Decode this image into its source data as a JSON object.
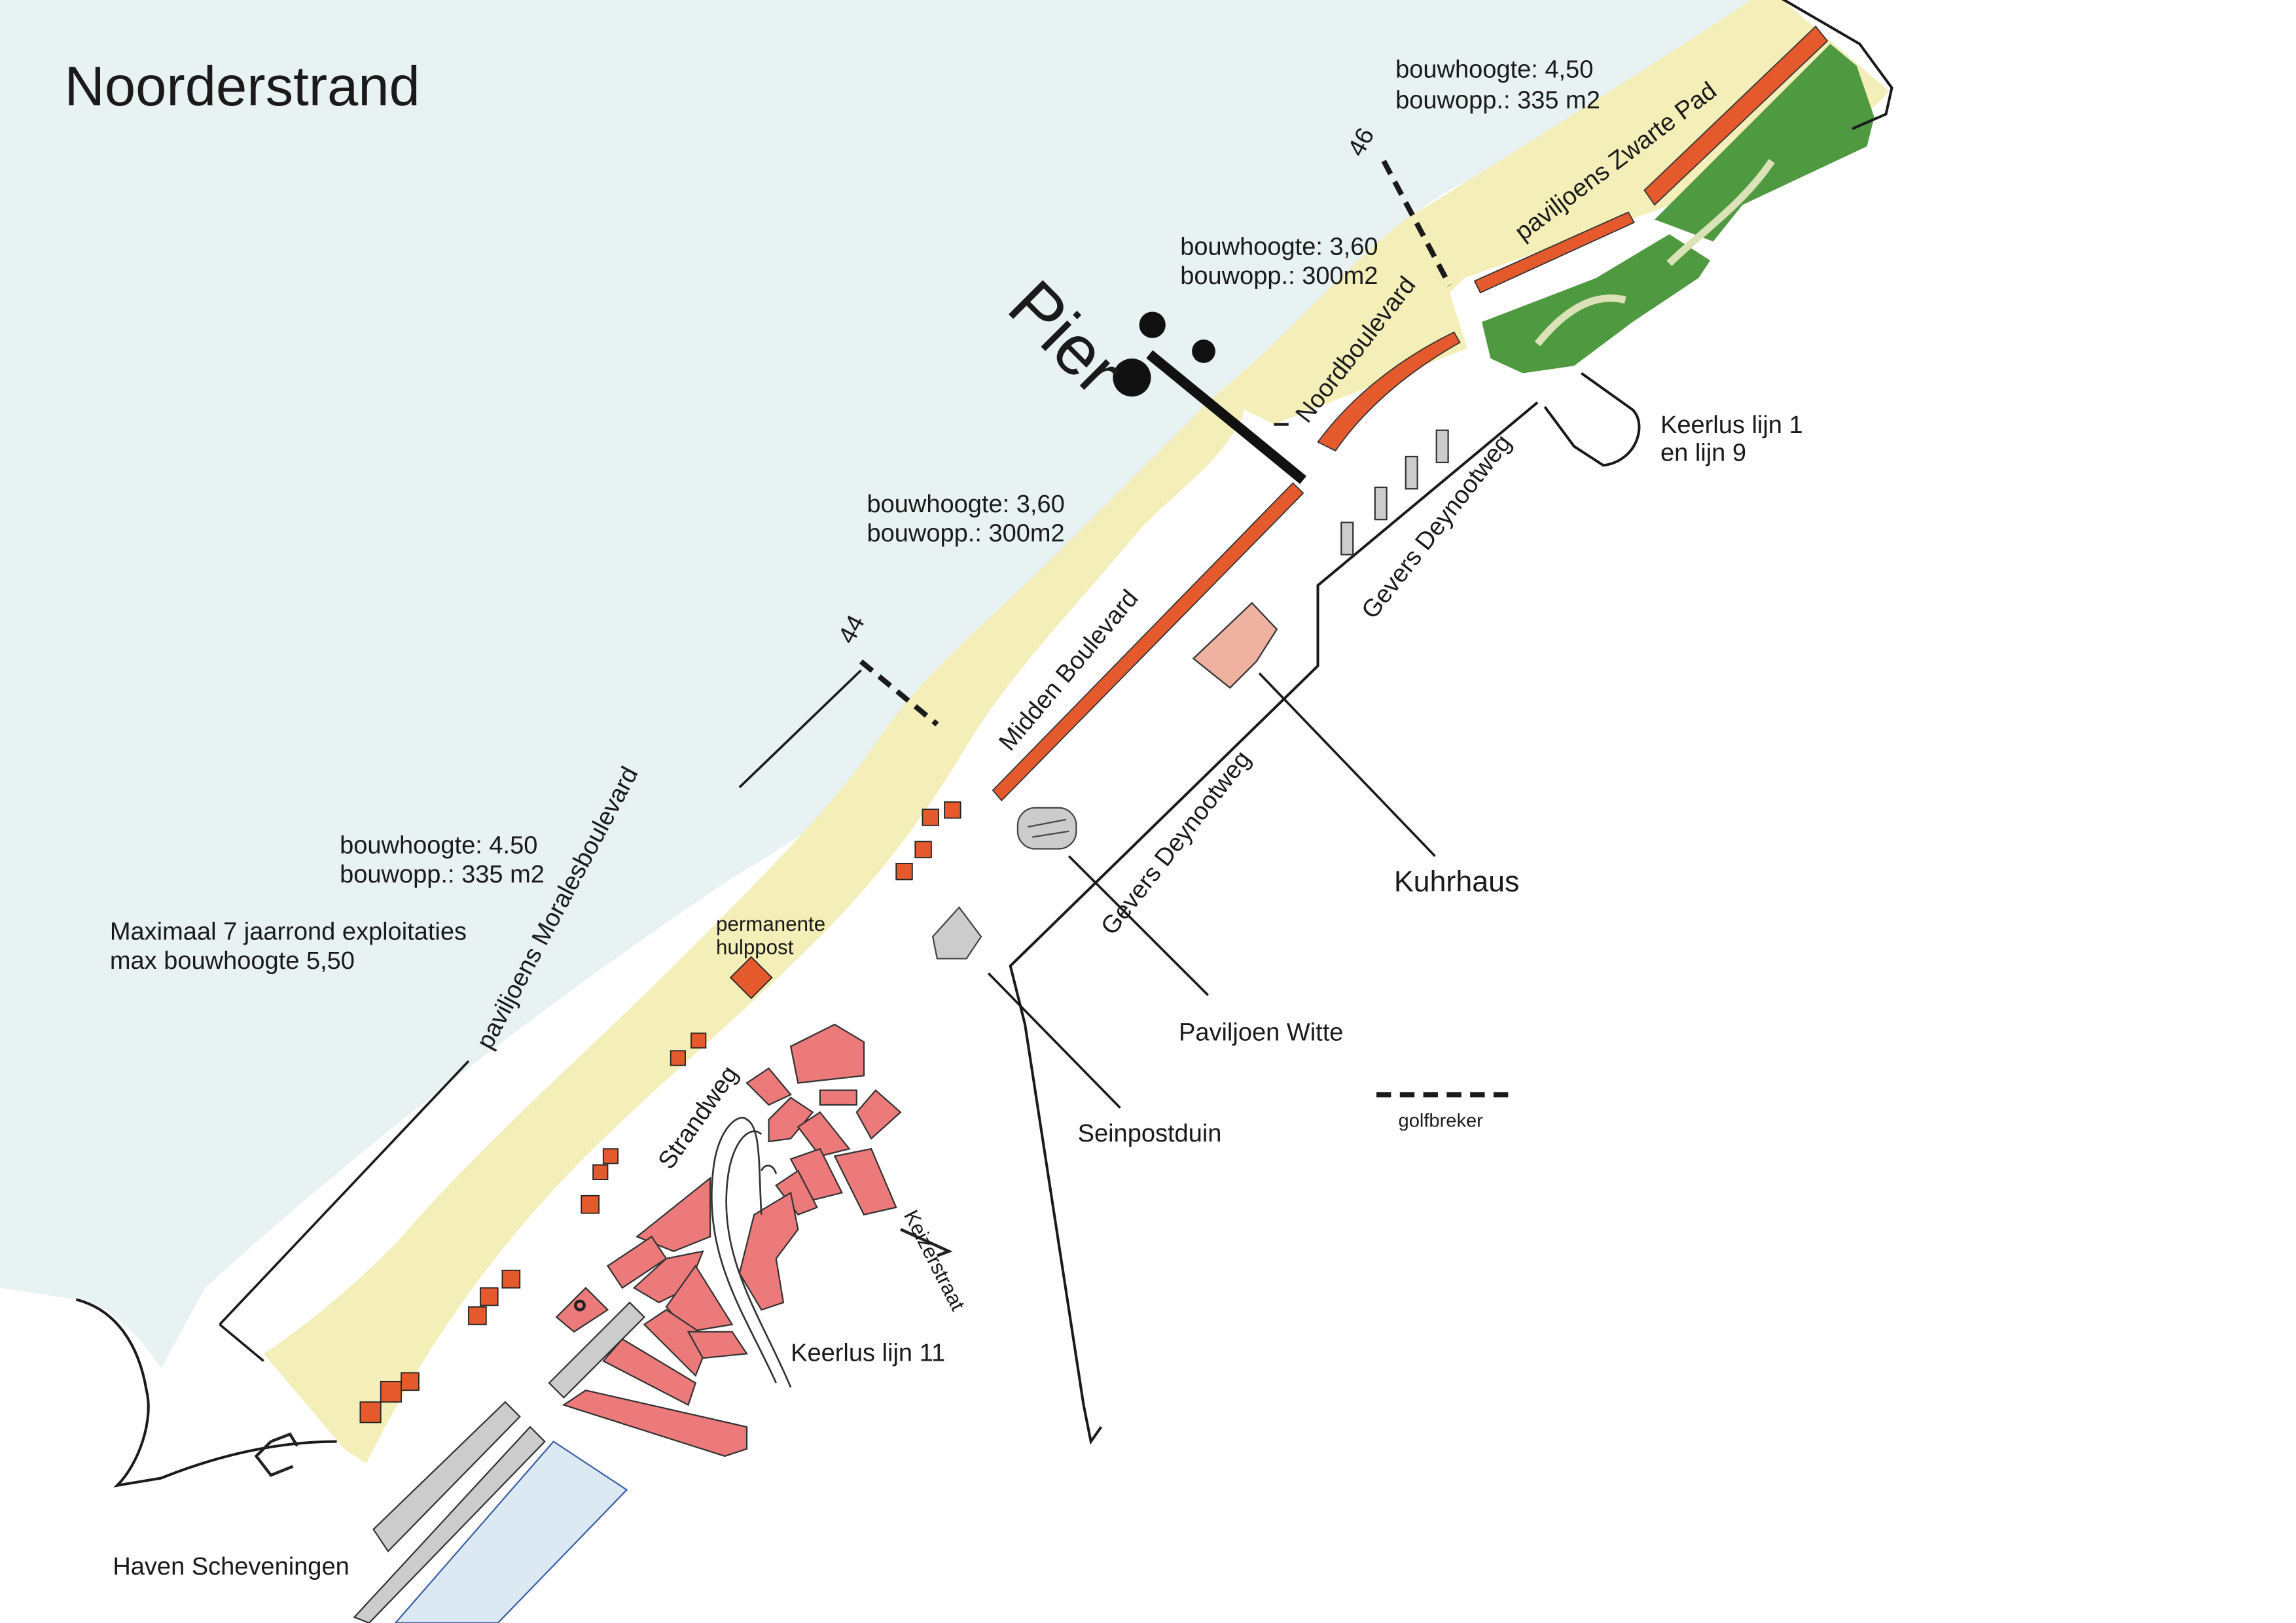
{
  "map": {
    "title": "Noorderstrand",
    "pier_label": "Pier",
    "colors": {
      "sea": "#e8f2f2",
      "beach": "#f4eeb8",
      "pavilion": "#e45a2c",
      "building": "#ec7a7a",
      "kuhrhaus": "#efb1a0",
      "grey": "#cccccc",
      "harbour_basin": "#dce8f2",
      "dune_green": "#4f9a40"
    },
    "zones": {
      "noord_zwarte_pad": {
        "height": "bouwhoogte: 4,50",
        "area": "bouwopp.: 335 m2"
      },
      "noordboulevard": {
        "height": "bouwhoogte: 3,60",
        "area": "bouwopp.: 300m2"
      },
      "midden_boulevard": {
        "height": "bouwhoogte: 3,60",
        "area": "bouwopp.: 300m2"
      },
      "morales": {
        "height": "bouwhoogte: 4.50",
        "area": "bouwopp.: 335 m2"
      }
    },
    "notes": {
      "max_line1": "Maximaal 7 jaarrond exploitaties",
      "max_line2": "max bouwhoogte 5,50"
    },
    "groyne_numbers": {
      "g46": "46",
      "g44": "44"
    },
    "streets": {
      "pav_zwarte_pad": "paviljoens Zwarte Pad",
      "noordboulevard": "Noordboulevard",
      "midden_boulevard": "Midden Boulevard",
      "pav_morales": "paviljoens Moralesboulevard",
      "gevers_upper": "Gevers Deynootweg",
      "gevers_lower": "Gevers Deynootweg",
      "strandweg": "Strandweg",
      "keizerstraat": "Keizerstraat"
    },
    "places": {
      "keerlus_1": "Keerlus lijn 1",
      "keerlus_1b": "en lijn 9",
      "kuhrhaus": "Kuhrhaus",
      "paviljoen_witte": "Paviljoen Witte",
      "seinpostduin": "Seinpostduin",
      "hulppost_1": "permanente",
      "hulppost_2": "hulppost",
      "keerlus_11": "Keerlus lijn 11",
      "haven": "Haven Scheveningen"
    },
    "legend": {
      "golfbreker": "golfbreker"
    }
  }
}
